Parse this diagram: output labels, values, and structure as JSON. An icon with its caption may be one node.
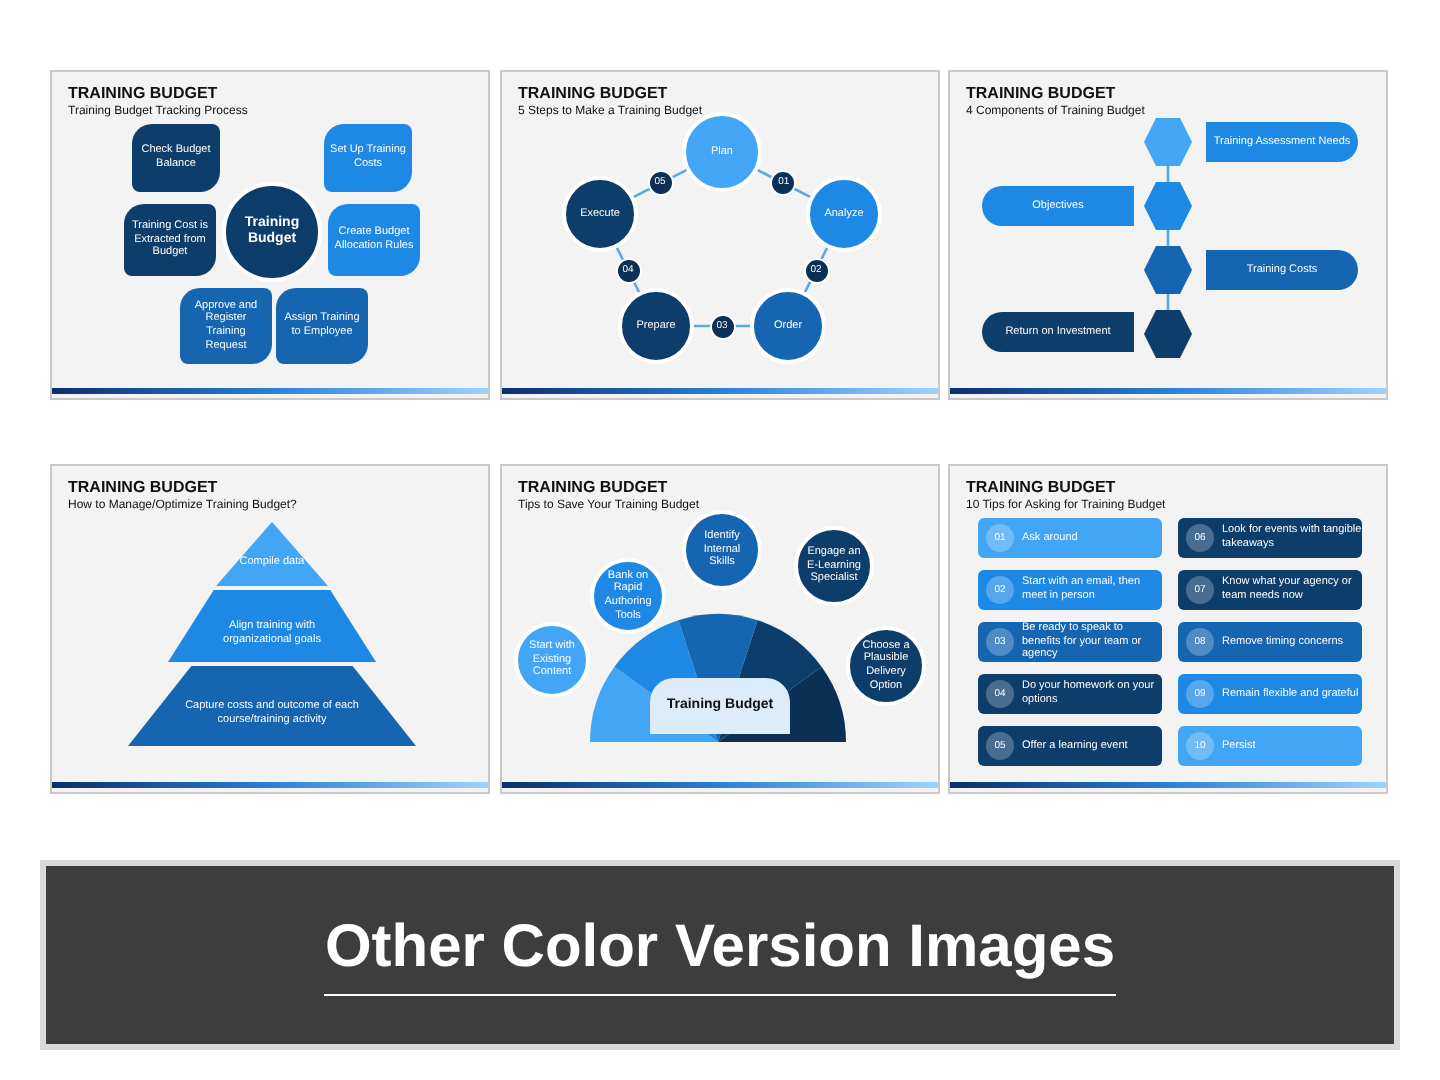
{
  "diagram": {
    "nodes": [
      {
        "text": [
          "TRAINING BUDGET",
          "Training Budget Tracking Process"
        ]
      },
      {
        "text": [
          "Training Budget"
        ],
        "in": 0
      },
      {
        "text": [
          "Check Budget Balance"
        ],
        "in": 0
      },
      {
        "text": [
          "Set Up Training Costs"
        ],
        "in": 0
      },
      {
        "text": [
          "Training Cost is Extracted from Budget"
        ],
        "in": 0
      },
      {
        "text": [
          "Create Budget Allocation Rules"
        ],
        "in": 0
      },
      {
        "text": [
          "Approve and Register Training Request"
        ],
        "in": 0
      },
      {
        "text": [
          "Assign Training to Employee"
        ],
        "in": 0
      },
      {
        "text": [
          "TRAINING BUDGET",
          "5 Steps to Make a Training Budget"
        ]
      },
      {
        "text": [
          "Plan"
        ],
        "in": 8
      },
      {
        "text": [
          "Analyze"
        ],
        "in": 8
      },
      {
        "text": [
          "Order"
        ],
        "in": 8
      },
      {
        "text": [
          "Prepare"
        ],
        "in": 8
      },
      {
        "text": [
          "Execute"
        ],
        "in": 8
      },
      {
        "text": [
          "TRAINING BUDGET",
          "4 Components of Training Budget"
        ]
      },
      {
        "text": [
          "Training Assessment Needs"
        ],
        "in": 14
      },
      {
        "text": [
          "Objectives"
        ],
        "in": 14
      },
      {
        "text": [
          "Training Costs"
        ],
        "in": 14
      },
      {
        "text": [
          "Return on Investment"
        ],
        "in": 14
      },
      {
        "text": [],
        "shape": "hexagon",
        "in": 14
      },
      {
        "text": [],
        "shape": "hexagon",
        "in": 14
      },
      {
        "text": [],
        "shape": "hexagon",
        "in": 14
      },
      {
        "text": [],
        "shape": "hexagon",
        "in": 14
      },
      {
        "text": [
          "TRAINING BUDGET",
          "How to Manage/Optimize Training Budget?"
        ]
      },
      {
        "text": [
          "Compile data"
        ],
        "in": 23
      },
      {
        "text": [
          "Align training with organizational goals"
        ],
        "in": 23
      },
      {
        "text": [
          "Capture costs and outcome of each course/training activity"
        ],
        "in": 23
      },
      {
        "text": [
          "TRAINING BUDGET",
          "Tips to Save Your Training Budget"
        ]
      },
      {
        "text": [
          "Start with Existing Content"
        ],
        "in": 27
      },
      {
        "text": [
          "Bank on Rapid Authoring Tools"
        ],
        "in": 27
      },
      {
        "text": [
          "Identify Internal Skills"
        ],
        "in": 27
      },
      {
        "text": [
          "Engage an E-Learning Specialist"
        ],
        "in": 27
      },
      {
        "text": [
          "Choose a Plausible Delivery Option"
        ],
        "in": 27
      },
      {
        "text": [
          "Training Budget"
        ],
        "in": 27
      },
      {
        "text": [
          "TRAINING BUDGET",
          "10 Tips for Asking for Training Budget"
        ]
      },
      {
        "text": [
          "01",
          "Ask around"
        ],
        "in": 34
      },
      {
        "text": [
          "02",
          "Start with an email, then meet in person"
        ],
        "in": 34
      },
      {
        "text": [
          "03",
          "Be ready to speak to benefits for your team or agency"
        ],
        "in": 34
      },
      {
        "text": [
          "04",
          "Do your homework on your options"
        ],
        "in": 34
      },
      {
        "text": [
          "05",
          "Offer a learning event"
        ],
        "in": 34
      },
      {
        "text": [
          "06",
          "Look for events with tangible takeaways"
        ],
        "in": 34
      },
      {
        "text": [
          "07",
          "Know what your agency or team needs now"
        ],
        "in": 34
      },
      {
        "text": [
          "08",
          "Remove timing concerns"
        ],
        "in": 34
      },
      {
        "text": [
          "09",
          "Remain flexible and grateful"
        ],
        "in": 34
      },
      {
        "text": [
          "10",
          "Persist"
        ],
        "in": 34
      },
      {
        "text": [
          "Other Color Version Images"
        ]
      }
    ],
    "edges": [
      {
        "from": 9,
        "to": 10,
        "arrow": "none",
        "label": "01"
      },
      {
        "from": 10,
        "to": 11,
        "arrow": "none",
        "label": "02"
      },
      {
        "from": 11,
        "to": 12,
        "arrow": "none",
        "label": "03"
      },
      {
        "from": 12,
        "to": 13,
        "arrow": "none",
        "label": "04"
      },
      {
        "from": 13,
        "to": 9,
        "arrow": "none",
        "label": "05"
      },
      {
        "from": 19,
        "to": 20,
        "arrow": "none"
      },
      {
        "from": 20,
        "to": 21,
        "arrow": "none"
      },
      {
        "from": 21,
        "to": 22,
        "arrow": "none"
      }
    ]
  }
}
